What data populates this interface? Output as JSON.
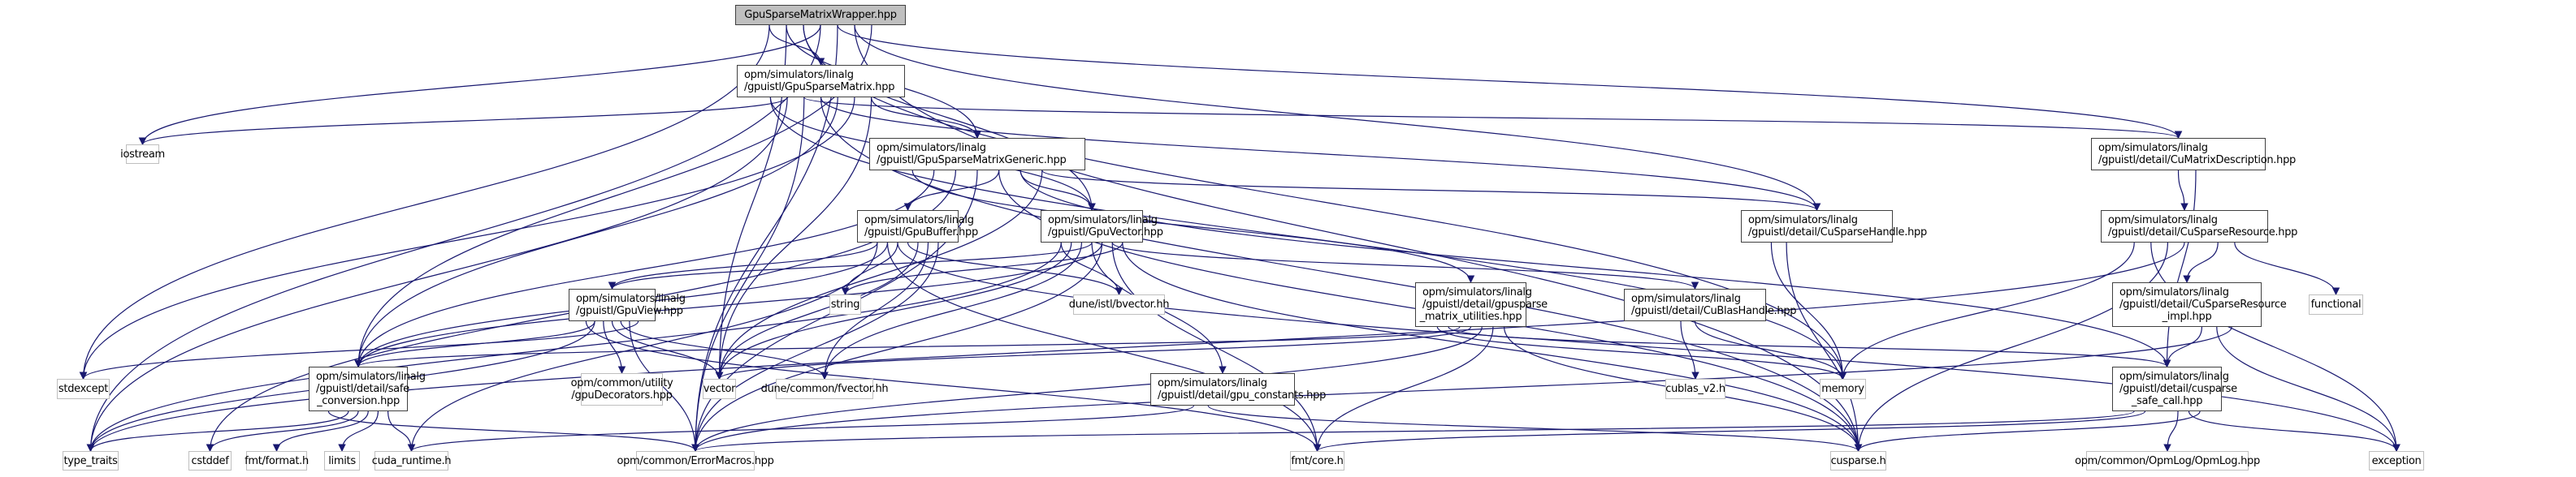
{
  "title": "GpuSparseMatrixWrapper.hpp include dependency graph",
  "colors": {
    "edge": "#191970",
    "root_fill": "#bfbfbf",
    "internal_border": "#404040",
    "external_border": "#bfbfbf"
  },
  "nodes": [
    {
      "id": "wrapper",
      "kind": "root",
      "lines": [
        "GpuSparseMatrixWrapper.hpp"
      ]
    },
    {
      "id": "gpusparsematrix",
      "kind": "internal",
      "lines": [
        "opm/simulators/linalg",
        "/gpuistl/GpuSparseMatrix.hpp"
      ]
    },
    {
      "id": "gpusparsematrixgeneric",
      "kind": "internal",
      "lines": [
        "opm/simulators/linalg",
        "/gpuistl/GpuSparseMatrixGeneric.hpp"
      ]
    },
    {
      "id": "gpubuffer",
      "kind": "internal",
      "lines": [
        "opm/simulators/linalg",
        "/gpuistl/GpuBuffer.hpp"
      ]
    },
    {
      "id": "gpuvector",
      "kind": "internal",
      "lines": [
        "opm/simulators/linalg",
        "/gpuistl/GpuVector.hpp"
      ]
    },
    {
      "id": "iostream",
      "kind": "external",
      "lines": [
        "iostream"
      ]
    },
    {
      "id": "cumatrixdescription",
      "kind": "internal",
      "lines": [
        "opm/simulators/linalg",
        "/gpuistl/detail/CuMatrixDescription.hpp"
      ]
    },
    {
      "id": "cusparsehandle",
      "kind": "internal",
      "lines": [
        "opm/simulators/linalg",
        "/gpuistl/detail/CuSparseHandle.hpp"
      ]
    },
    {
      "id": "cusparseresource",
      "kind": "internal",
      "lines": [
        "opm/simulators/linalg",
        "/gpuistl/detail/CuSparseResource.hpp"
      ]
    },
    {
      "id": "functional",
      "kind": "external",
      "lines": [
        "functional"
      ]
    },
    {
      "id": "cusparseresourceimpl",
      "kind": "internal",
      "lines": [
        "opm/simulators/linalg",
        "/gpuistl/detail/CuSparseResource",
        "_impl.hpp"
      ]
    },
    {
      "id": "cublashandle",
      "kind": "internal",
      "lines": [
        "opm/simulators/linalg",
        "/gpuistl/detail/CuBlasHandle.hpp"
      ]
    },
    {
      "id": "gpusparseutils",
      "kind": "internal",
      "lines": [
        "opm/simulators/linalg",
        "/gpuistl/detail/gpusparse",
        "_matrix_utilities.hpp"
      ]
    },
    {
      "id": "gpuview",
      "kind": "internal",
      "lines": [
        "opm/simulators/linalg",
        "/gpuistl/GpuView.hpp"
      ]
    },
    {
      "id": "safeconversion",
      "kind": "internal",
      "lines": [
        "opm/simulators/linalg",
        "/gpuistl/detail/safe",
        "_conversion.hpp"
      ]
    },
    {
      "id": "stdexcept",
      "kind": "external",
      "lines": [
        "stdexcept"
      ]
    },
    {
      "id": "string",
      "kind": "external",
      "lines": [
        "string"
      ]
    },
    {
      "id": "bvector",
      "kind": "external",
      "lines": [
        "dune/istl/bvector.hh"
      ]
    },
    {
      "id": "vector",
      "kind": "external",
      "lines": [
        "vector"
      ]
    },
    {
      "id": "fvector",
      "kind": "external",
      "lines": [
        "dune/common/fvector.hh"
      ]
    },
    {
      "id": "gpudecorators",
      "kind": "external",
      "lines": [
        "opm/common/utility",
        "/gpuDecorators.hpp"
      ]
    },
    {
      "id": "gpuconstants",
      "kind": "internal",
      "lines": [
        "opm/simulators/linalg",
        "/gpuistl/detail/gpu_constants.hpp"
      ]
    },
    {
      "id": "memory",
      "kind": "external",
      "lines": [
        "memory"
      ]
    },
    {
      "id": "cublas",
      "kind": "external",
      "lines": [
        "cublas_v2.h"
      ]
    },
    {
      "id": "cusparsesafecall",
      "kind": "internal",
      "lines": [
        "opm/simulators/linalg",
        "/gpuistl/detail/cusparse",
        "_safe_call.hpp"
      ]
    },
    {
      "id": "typetraits",
      "kind": "external",
      "lines": [
        "type_traits"
      ]
    },
    {
      "id": "cstddef",
      "kind": "external",
      "lines": [
        "cstddef"
      ]
    },
    {
      "id": "fmtformat",
      "kind": "external",
      "lines": [
        "fmt/format.h"
      ]
    },
    {
      "id": "limits",
      "kind": "external",
      "lines": [
        "limits"
      ]
    },
    {
      "id": "cudaruntime",
      "kind": "external",
      "lines": [
        "cuda_runtime.h"
      ]
    },
    {
      "id": "errormacros",
      "kind": "external",
      "lines": [
        "opm/common/ErrorMacros.hpp"
      ]
    },
    {
      "id": "fmtcore",
      "kind": "external",
      "lines": [
        "fmt/core.h"
      ]
    },
    {
      "id": "cusparse",
      "kind": "external",
      "lines": [
        "cusparse.h"
      ]
    },
    {
      "id": "opmlog",
      "kind": "external",
      "lines": [
        "opm/common/OpmLog/OpmLog.hpp"
      ]
    },
    {
      "id": "exception",
      "kind": "external",
      "lines": [
        "exception"
      ]
    }
  ],
  "edges": [
    [
      "wrapper",
      "gpusparsematrix"
    ],
    [
      "wrapper",
      "gpusparsematrixgeneric"
    ],
    [
      "wrapper",
      "gpuvector"
    ],
    [
      "wrapper",
      "iostream"
    ],
    [
      "wrapper",
      "cumatrixdescription"
    ],
    [
      "wrapper",
      "cusparsehandle"
    ],
    [
      "wrapper",
      "safeconversion"
    ],
    [
      "wrapper",
      "stdexcept"
    ],
    [
      "wrapper",
      "vector"
    ],
    [
      "wrapper",
      "memory"
    ],
    [
      "wrapper",
      "typetraits"
    ],
    [
      "wrapper",
      "errormacros"
    ],
    [
      "wrapper",
      "cusparse"
    ],
    [
      "gpusparsematrix",
      "gpusparsematrixgeneric"
    ],
    [
      "gpusparsematrix",
      "gpuvector"
    ],
    [
      "gpusparsematrix",
      "iostream"
    ],
    [
      "gpusparsematrix",
      "cumatrixdescription"
    ],
    [
      "gpusparsematrix",
      "cusparsehandle"
    ],
    [
      "gpusparsematrix",
      "safeconversion"
    ],
    [
      "gpusparsematrix",
      "stdexcept"
    ],
    [
      "gpusparsematrix",
      "vector"
    ],
    [
      "gpusparsematrix",
      "memory"
    ],
    [
      "gpusparsematrix",
      "typetraits"
    ],
    [
      "gpusparsematrix",
      "errormacros"
    ],
    [
      "gpusparsematrix",
      "cusparse"
    ],
    [
      "gpusparsematrixgeneric",
      "gpubuffer"
    ],
    [
      "gpusparsematrixgeneric",
      "gpuvector"
    ],
    [
      "gpusparsematrixgeneric",
      "cusparsehandle"
    ],
    [
      "gpusparsematrixgeneric",
      "gpusparseutils"
    ],
    [
      "gpusparsematrixgeneric",
      "safeconversion"
    ],
    [
      "gpusparsematrixgeneric",
      "cstddef"
    ],
    [
      "gpusparsematrixgeneric",
      "errormacros"
    ],
    [
      "gpusparsematrixgeneric",
      "cusparse"
    ],
    [
      "gpusparsematrixgeneric",
      "cusparsesafecall"
    ],
    [
      "gpusparsematrixgeneric",
      "vector"
    ],
    [
      "gpubuffer",
      "gpuview"
    ],
    [
      "gpubuffer",
      "safeconversion"
    ],
    [
      "gpubuffer",
      "string"
    ],
    [
      "gpubuffer",
      "bvector"
    ],
    [
      "gpubuffer",
      "vector"
    ],
    [
      "gpubuffer",
      "fvector"
    ],
    [
      "gpubuffer",
      "errormacros"
    ],
    [
      "gpubuffer",
      "cudaruntime"
    ],
    [
      "gpubuffer",
      "fmtcore"
    ],
    [
      "gpubuffer",
      "exception"
    ],
    [
      "gpuvector",
      "gpuview"
    ],
    [
      "gpuvector",
      "safeconversion"
    ],
    [
      "gpuvector",
      "cublashandle"
    ],
    [
      "gpuvector",
      "string"
    ],
    [
      "gpuvector",
      "bvector"
    ],
    [
      "gpuvector",
      "vector"
    ],
    [
      "gpuvector",
      "fvector"
    ],
    [
      "gpuvector",
      "gpuconstants"
    ],
    [
      "gpuvector",
      "errormacros"
    ],
    [
      "gpuvector",
      "fmtcore"
    ],
    [
      "gpuvector",
      "cusparse"
    ],
    [
      "gpuvector",
      "typetraits"
    ],
    [
      "gpuview",
      "safeconversion"
    ],
    [
      "gpuview",
      "gpudecorators"
    ],
    [
      "gpuview",
      "vector"
    ],
    [
      "gpuview",
      "fvector"
    ],
    [
      "gpuview",
      "errormacros"
    ],
    [
      "gpuview",
      "stdexcept"
    ],
    [
      "gpuview",
      "fmtcore"
    ],
    [
      "gpuview",
      "typetraits"
    ],
    [
      "gpusparseutils",
      "safeconversion"
    ],
    [
      "gpusparseutils",
      "vector"
    ],
    [
      "gpusparseutils",
      "errormacros"
    ],
    [
      "gpusparseutils",
      "fmtcore"
    ],
    [
      "gpusparseutils",
      "cusparse"
    ],
    [
      "gpusparseutils",
      "memory"
    ],
    [
      "gpusparseutils",
      "cusparsesafecall"
    ],
    [
      "safeconversion",
      "typetraits"
    ],
    [
      "safeconversion",
      "cstddef"
    ],
    [
      "safeconversion",
      "fmtformat"
    ],
    [
      "safeconversion",
      "limits"
    ],
    [
      "safeconversion",
      "cudaruntime"
    ],
    [
      "safeconversion",
      "errormacros"
    ],
    [
      "gpuconstants",
      "cudaruntime"
    ],
    [
      "gpuconstants",
      "cusparse"
    ],
    [
      "cumatrixdescription",
      "cusparseresource"
    ],
    [
      "cumatrixdescription",
      "cusparsesafecall"
    ],
    [
      "cusparseresource",
      "cusparseresourceimpl"
    ],
    [
      "cusparseresource",
      "functional"
    ],
    [
      "cusparseresource",
      "memory"
    ],
    [
      "cusparseresource",
      "exception"
    ],
    [
      "cusparseresource",
      "cusparse"
    ],
    [
      "cusparseresource",
      "typetraits"
    ],
    [
      "cusparseresourceimpl",
      "cusparsesafecall"
    ],
    [
      "cusparseresourceimpl",
      "exception"
    ],
    [
      "cusparseresourceimpl",
      "errormacros"
    ],
    [
      "cusparsehandle",
      "memory"
    ],
    [
      "cusparsehandle",
      "cusparse"
    ],
    [
      "cublashandle",
      "cublas"
    ],
    [
      "cublashandle",
      "memory"
    ],
    [
      "cusparsesafecall",
      "opmlog"
    ],
    [
      "cusparsesafecall",
      "exception"
    ],
    [
      "cusparsesafecall",
      "cusparse"
    ],
    [
      "cusparsesafecall",
      "errormacros"
    ],
    [
      "cusparsesafecall",
      "fmtcore"
    ]
  ]
}
